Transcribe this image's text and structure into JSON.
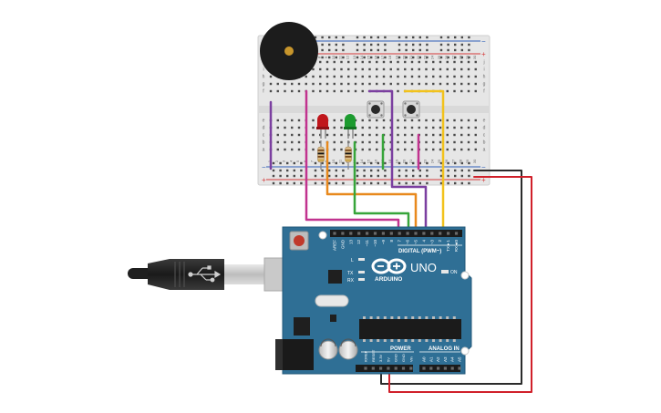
{
  "arduino": {
    "logo_text": "ARDUINO",
    "model_text": "UNO",
    "header_labels": {
      "digital": "DIGITAL (PWM~)",
      "power": "POWER",
      "analog": "ANALOG IN",
      "on": "ON",
      "l": "L",
      "tx": "TX",
      "rx": "RX"
    },
    "digital_pins": [
      "AREF",
      "GND",
      "13",
      "12",
      "~11",
      "~10",
      "~9",
      "8",
      "7",
      "~6",
      "~5",
      "4",
      "~3",
      "2",
      "TX►1",
      "RX◄0"
    ],
    "power_pins": [
      "IOREF",
      "RESET",
      "3.3V",
      "5V",
      "GND",
      "GND",
      "Vin"
    ],
    "analog_pins": [
      "A0",
      "A1",
      "A2",
      "A3",
      "A4",
      "A5"
    ]
  },
  "breadboard": {
    "column_numbers": [
      "1",
      "2",
      "3",
      "4",
      "5",
      "6",
      "7",
      "8",
      "9",
      "10",
      "11",
      "12",
      "13",
      "14",
      "15",
      "16",
      "17",
      "18",
      "19",
      "20",
      "21",
      "22",
      "23",
      "24",
      "25",
      "26",
      "27",
      "28",
      "29",
      "30"
    ],
    "row_letters_top": [
      "j",
      "i",
      "h",
      "g",
      "f"
    ],
    "row_letters_bottom": [
      "e",
      "d",
      "c",
      "b",
      "a"
    ],
    "rail_minus": "−",
    "rail_plus": "+"
  },
  "components": {
    "buzzer": "piezo",
    "leds": [
      {
        "color": "#c0161b"
      },
      {
        "color": "#1c9b2f"
      }
    ],
    "buttons": 2,
    "resistors": 2
  },
  "wire_colors": {
    "purple": "#7b3fa0",
    "magenta": "#c1338f",
    "orange": "#e8891d",
    "green": "#37a53a",
    "yellow": "#f2c21b",
    "black": "#2b2b2b",
    "red": "#d0202a"
  }
}
